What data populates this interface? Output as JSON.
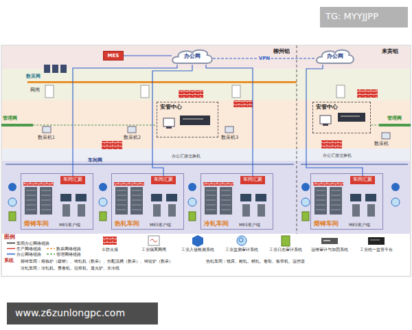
{
  "diagram": {
    "nodes": [
      {
        "text": [
          "办公网"
        ]
      },
      {
        "text": [
          "办公网"
        ]
      },
      {
        "text": [
          "MES"
        ]
      },
      {
        "text": [
          "安管中心"
        ]
      },
      {
        "text": [
          "安管中心"
        ]
      },
      {
        "text": [
          "熔铸车间"
        ]
      },
      {
        "text": [
          "热轧车间"
        ]
      },
      {
        "text": [
          "冷轧车间"
        ]
      },
      {
        "text": [
          "熔铸车间"
        ]
      },
      {
        "text": [
          "车间汇聚"
        ],
        "in": 5
      },
      {
        "text": [
          "车间汇聚"
        ],
        "in": 6
      },
      {
        "text": [
          "车间汇聚"
        ],
        "in": 7
      },
      {
        "text": [
          "车间汇聚"
        ],
        "in": 8
      }
    ],
    "edges": [
      {
        "from": 0,
        "to": 1,
        "arrow": "none",
        "label": "VPN"
      },
      {
        "from": 2,
        "to": 0,
        "arrow": "none"
      },
      {
        "from": 0,
        "to": 9,
        "arrow": "none"
      },
      {
        "from": 0,
        "to": 10,
        "arrow": "none"
      },
      {
        "from": 0,
        "to": 11,
        "arrow": "none"
      },
      {
        "from": 1,
        "to": 12,
        "arrow": "none"
      }
    ],
    "labels": [
      "TG: MYYJJPP",
      "www.z6zunlongpc.com",
      "柳州铝",
      "来宾铝",
      "数采网",
      "网闸",
      "管理网",
      "管理网",
      "数采机1",
      "数采机2",
      "数采机3",
      "数采机",
      "办公汇接交换机",
      "办公汇接交换机",
      "车间网",
      "MES客户端",
      "MES客户端",
      "MES客户端",
      "MES客户端",
      "图例",
      "系统",
      "熔铸车间：熔炼炉（建材）、铸轧机（数采）、分配流槽（数采）、铸锭炉（数采）",
      "热轧车间：铣床、粗轧、精轧、卷取、板带机、运控器",
      "冷轧车间：冷轧机、重卷机、拉矫机、退火炉、水冷线"
    ],
    "legend": [
      {
        "text": "车间办公网络链路"
      },
      {
        "text": "生产网络链路"
      },
      {
        "text": "数采网络链路"
      },
      {
        "text": "办公网络链路"
      },
      {
        "text": "管理网络链路"
      },
      {
        "text": "①防火墙"
      },
      {
        "text": "工业隔离网闸"
      },
      {
        "text": "工业入侵检测系统"
      },
      {
        "text": "工业监测审计系统"
      },
      {
        "text": "工业日志审计系统"
      },
      {
        "text": "运维审计与加固系统"
      },
      {
        "text": "工业统一监管平台"
      }
    ]
  }
}
